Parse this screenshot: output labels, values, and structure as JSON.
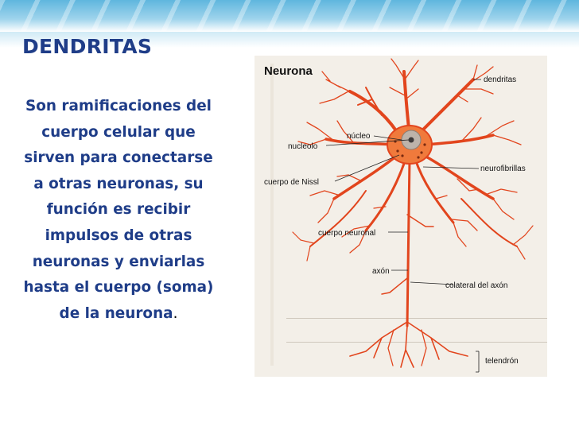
{
  "slide": {
    "title": "DENDRITAS",
    "body_main": "Son ramificaciones del cuerpo celular que sirven para conectarse a otras neuronas, su función es recibir impulsos de otras neuronas y enviarlas hasta el cuerpo (soma) de la neurona",
    "body_end": "."
  },
  "figure": {
    "title": "Neurona",
    "labels": {
      "dendritas": "dendritas",
      "nucleo": "núcleo",
      "nucleolo": "nucleolo",
      "neurofibrillas": "neurofibrillas",
      "cuerpo_nissl": "cuerpo de Nissl",
      "cuerpo_neuronal": "cuerpo neuronal",
      "axon": "axón",
      "colateral": "colateral del axón",
      "telendron": "telendrón"
    }
  },
  "colors": {
    "title_text": "#1f3d88",
    "neuron": "#e2451d",
    "neuron_body": "#f07a3c"
  }
}
